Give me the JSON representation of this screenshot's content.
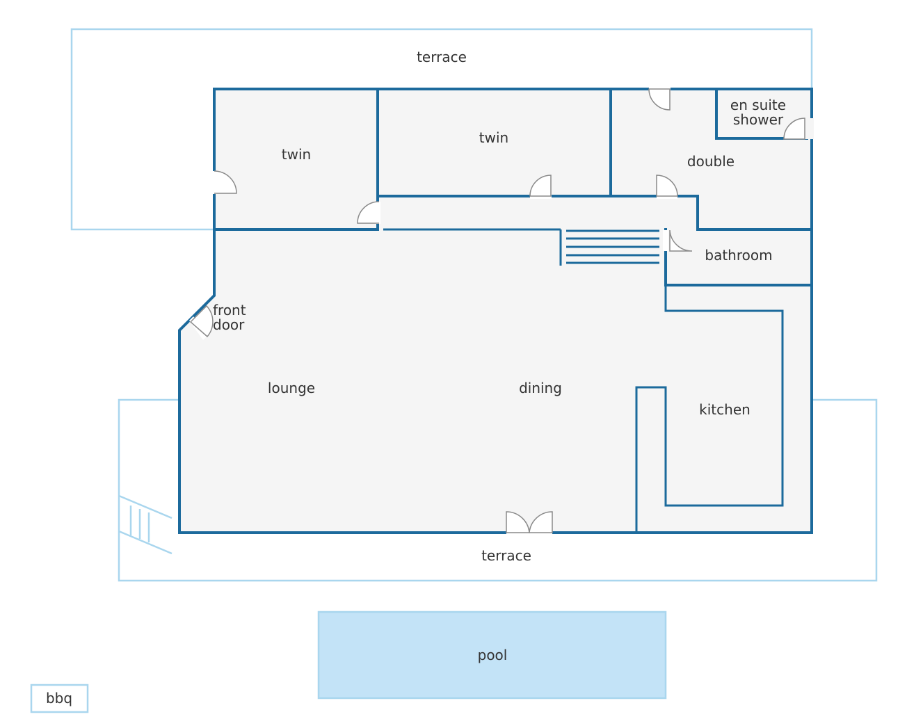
{
  "floorplan": {
    "colors": {
      "wall": "#1c6a9c",
      "outdoor_outline": "#a9d6ee",
      "floor": "#f5f5f5",
      "pool": "#c3e3f7",
      "label": "#333333"
    },
    "labels": {
      "terrace_top": "terrace",
      "twin_left": "twin",
      "twin_middle": "twin",
      "double": "double",
      "ensuite_line1": "en suite",
      "ensuite_line2": "shower",
      "bathroom": "bathroom",
      "front_door_line1": "front",
      "front_door_line2": "door",
      "lounge": "lounge",
      "dining": "dining",
      "kitchen": "kitchen",
      "terrace_bottom": "terrace",
      "pool": "pool",
      "bbq": "bbq"
    }
  }
}
